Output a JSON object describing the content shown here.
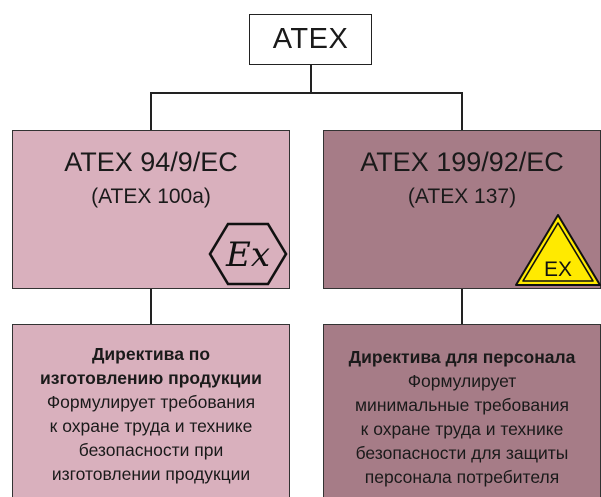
{
  "colors": {
    "left_fill": "#d9b0bd",
    "right_fill": "#a67c87",
    "warning_yellow": "#ffea00"
  },
  "root": {
    "label": "ATEX"
  },
  "left": {
    "title": "ATEX 94/9/EC",
    "subtitle": "(ATEX 100a)",
    "icon_label": "Ex",
    "description_heading_line1": "Директива по",
    "description_heading_line2": "изготовлению продукции",
    "description_lines": [
      "Формулирует требования",
      "к охране труда и технике",
      "безопасности при",
      "изготовлении продукции"
    ]
  },
  "right": {
    "title": "ATEX 199/92/EC",
    "subtitle": "(ATEX 137)",
    "icon_label": "EX",
    "description_heading": "Директива для персонала",
    "description_lines": [
      "Формулирует",
      "минимальные требования",
      "к охране труда и технике",
      "безопасности для защиты",
      "персонала потребителя"
    ]
  }
}
